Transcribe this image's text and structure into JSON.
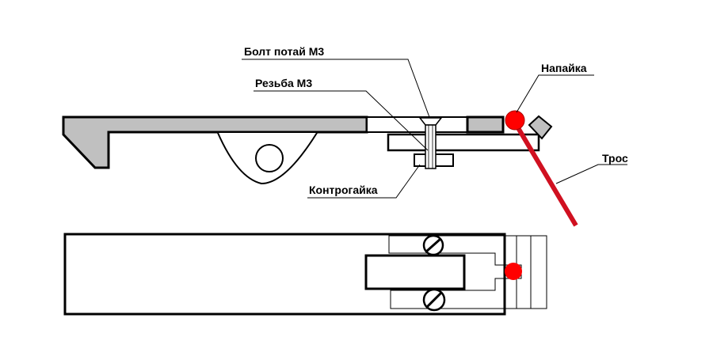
{
  "labels": {
    "bolt": "Болт потай М3",
    "thread": "Резьба М3",
    "locknut": "Контрогайка",
    "solder": "Напайка",
    "cable": "Трос"
  },
  "colors": {
    "metal": "#c0c0c0",
    "solder": "#ff0000",
    "cable": "#d01020",
    "line": "#000000"
  }
}
